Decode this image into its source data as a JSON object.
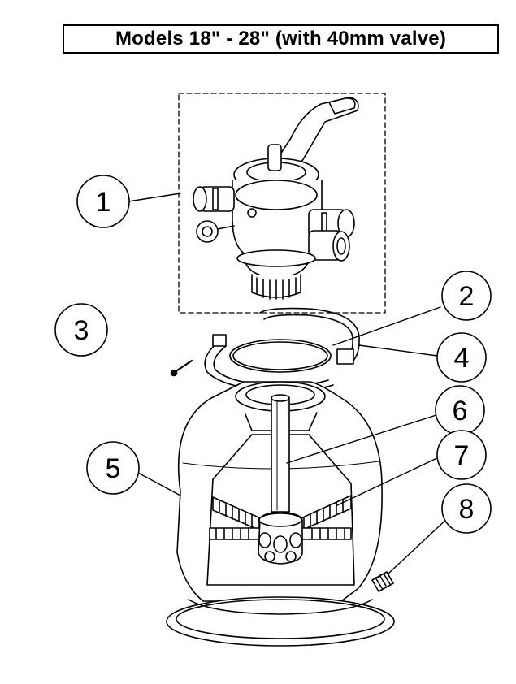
{
  "title": "Models 18\" - 28\" (with 40mm valve)",
  "callouts": [
    {
      "label": "1",
      "part": "multiport-valve"
    },
    {
      "label": "2",
      "part": "o-ring"
    },
    {
      "label": "3",
      "part": "screw"
    },
    {
      "label": "4",
      "part": "clamp-ring"
    },
    {
      "label": "5",
      "part": "filter-tank"
    },
    {
      "label": "6",
      "part": "standpipe"
    },
    {
      "label": "7",
      "part": "laterals"
    },
    {
      "label": "8",
      "part": "drain-plug"
    }
  ]
}
